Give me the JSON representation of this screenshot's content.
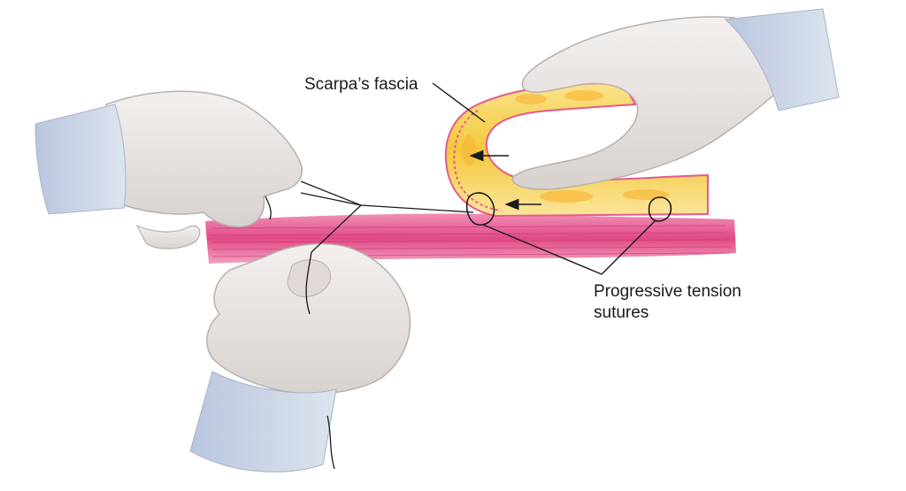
{
  "labels": {
    "scarpas_fascia": "Scarpa’s fascia",
    "progressive_tension_sutures": {
      "line1": "Progressive tension",
      "line2": "sutures"
    }
  },
  "colors": {
    "glove": "#ebe7e4",
    "glove_shadow": "#cfc9c5",
    "cuff": "#c9d4e6",
    "muscle": "#e04a84",
    "muscle_light": "#f18bb1",
    "fat": "#f6cf45",
    "fat_light": "#fbe58a",
    "line": "#1a1a1a"
  }
}
